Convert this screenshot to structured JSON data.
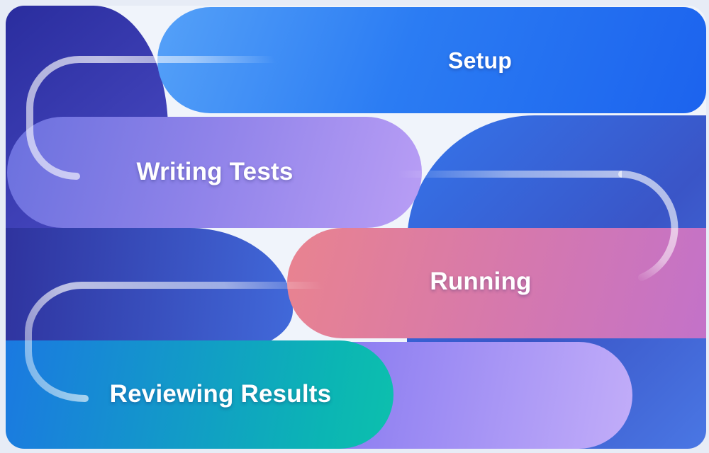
{
  "page": {
    "background": "#e7ecf6",
    "canvas_background": "#f0f4fb"
  },
  "stages": [
    {
      "id": "setup",
      "label": "Setup",
      "gradient_css": "background: linear-gradient(110deg, #55a1f8 0%, #2b7cf3 45%, #1c63ee 100%)",
      "text_color": "#ffffff"
    },
    {
      "id": "writing-tests",
      "label": "Writing Tests",
      "gradient_css": "background: linear-gradient(105deg, #6b71de 0%, #9184ea 50%, #b99ef5 100%)",
      "text_color": "#ffffff"
    },
    {
      "id": "running",
      "label": "Running",
      "gradient_css": "background: linear-gradient(105deg, #e9838f 0%, #d578ae 55%, #c372c9 100%)",
      "text_color": "#ffffff"
    },
    {
      "id": "reviewing-results",
      "label": "Reviewing Results",
      "gradient_css": "background: linear-gradient(100deg, #1b79e1 0%, #0bb5b4 82%, #0dc0ad 100%)",
      "text_color": "#ffffff"
    }
  ],
  "decor": {
    "blob_top_left_css": "background: linear-gradient(140deg, #2a2d9e 0%, #4b4cc5 100%)",
    "blob_right_css": "background: linear-gradient(135deg, #3475eb 0%, #3a55c7 55%, #4a77e4 100%)",
    "blob_bottom_left_css": "background: linear-gradient(95deg, #2f339e 0%, #4169da 100%)",
    "blob_purple_css": "background: linear-gradient(100deg, #8678f0 0%, #c2adf9 100%)",
    "connector_color": "#ffffff",
    "connector_max_opacity": 0.65
  }
}
